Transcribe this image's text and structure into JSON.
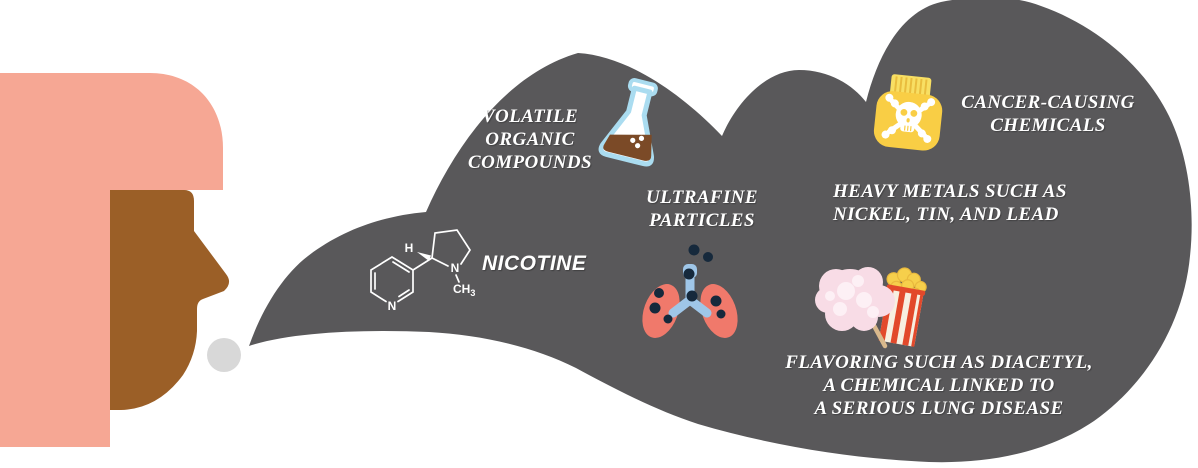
{
  "colors": {
    "background": "#ffffff",
    "cloud": "#59585a",
    "hair": "#f6a794",
    "skin": "#9b5f27",
    "breath_dot": "#d8d8d8",
    "label_text": "#ffffff",
    "molecule_line": "#ffffff",
    "flask_glass": "#aadcf0",
    "flask_body": "#ffffff",
    "flask_liquid": "#7b4a27",
    "jar_body": "#f9ce45",
    "jar_cap": "#f8df63",
    "jar_cap_ridge": "#e9bd3e",
    "skull": "#ffffff",
    "lung": "#f0796b",
    "airway": "#9fc6e8",
    "particle": "#16293c",
    "candy": "#f8dce6",
    "candy_light": "#fdf0f5",
    "candy_stick": "#d9b98c",
    "popcorn_box": "#f7efe0",
    "popcorn_stripe": "#e2492b",
    "popcorn_kernel": "#f6cf4b"
  },
  "labels": {
    "voc": {
      "lines": [
        "VOLATILE",
        "ORGANIC",
        "COMPOUNDS"
      ]
    },
    "nicotine": {
      "text": "NICOTINE"
    },
    "ultrafine": {
      "lines": [
        "ULTRAFINE",
        "PARTICLES"
      ]
    },
    "cancer": {
      "lines": [
        "CANCER-CAUSING",
        "CHEMICALS"
      ]
    },
    "heavy_metals": {
      "lines": [
        "HEAVY METALS SUCH AS",
        "NICKEL, TIN, AND LEAD"
      ]
    },
    "flavoring": {
      "lines": [
        "FLAVORING SUCH AS DIACETYL,",
        "A CHEMICAL LINKED TO",
        "A SERIOUS LUNG DISEASE"
      ]
    }
  },
  "molecule": {
    "h": "H",
    "n_pyridine": "N",
    "n_pyrrolidine": "N",
    "methyl": "CH",
    "methyl_sub": "3"
  },
  "icons": {
    "person-profile": "css-shape",
    "breath-dot": "circle",
    "thought-cloud": "svg-blob",
    "nicotine-molecule-icon": "svg-lines",
    "flask-icon": "svg-shape",
    "lungs-icon": "svg-shape",
    "poison-jar-icon": "svg-shape",
    "cotton-candy-icon": "svg-shape",
    "popcorn-icon": "svg-shape"
  }
}
